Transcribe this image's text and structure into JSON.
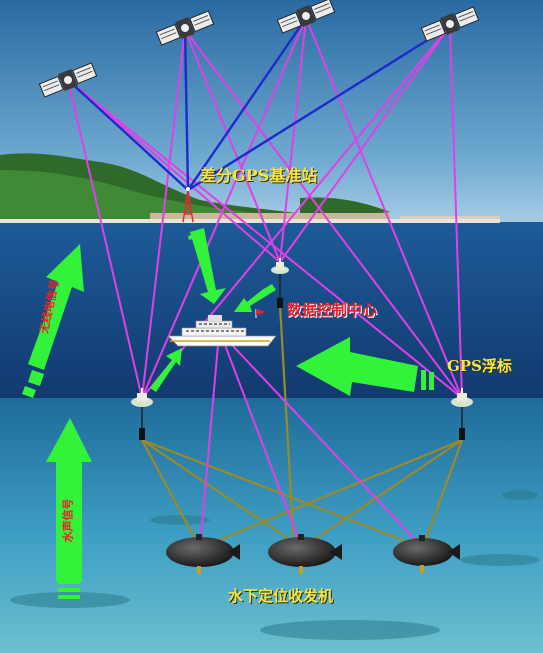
{
  "labels": {
    "base_station": "差分GPS基准站",
    "data_center": "数据控制中心",
    "gps_buoy": "GPS浮标",
    "transceiver": "水下定位收发机",
    "radio_signal": "无线电信号",
    "acoustic_signal": "水声信号"
  },
  "colors": {
    "sky_top": "#2c6fa6",
    "sea": "#1b4c8c",
    "underwater": "#3f9fc4",
    "gps_link": "#e040e8",
    "base_link": "#1c2ccc",
    "acoustic_link": "#9a8a2a",
    "arrow": "#33f23a",
    "label_yellow": "#f4e64a",
    "label_red": "#e8232a"
  },
  "icons": [
    "satellite-icon",
    "antenna-tower-icon",
    "gps-buoy-icon",
    "survey-ship-icon",
    "flag-icon",
    "transceiver-icon",
    "signal-arrow-icon"
  ]
}
